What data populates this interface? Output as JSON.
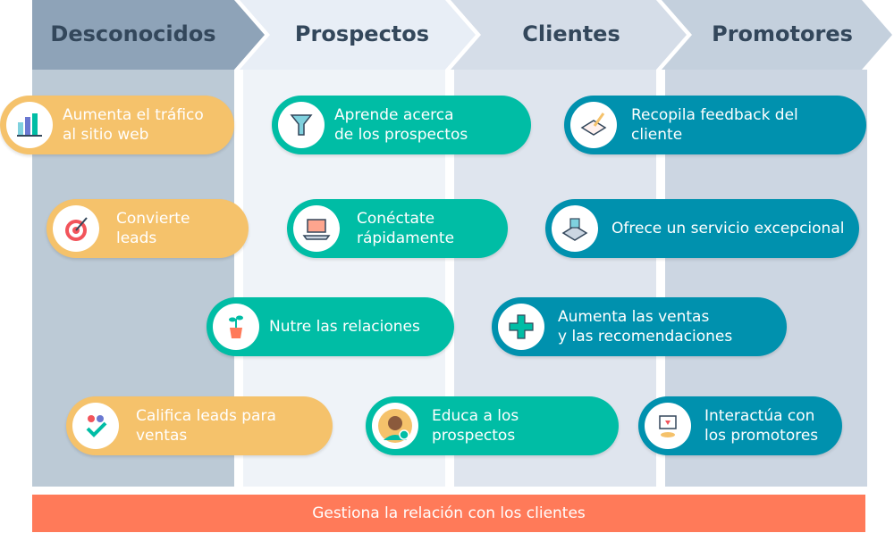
{
  "stages": [
    {
      "label": "Desconocidos",
      "color": "#8ea3b8",
      "bg": "#bccad6"
    },
    {
      "label": "Prospectos",
      "color": "#e8eef6",
      "bg": "#eff3f8"
    },
    {
      "label": "Clientes",
      "color": "#d5dde8",
      "bg": "#dfe5ee"
    },
    {
      "label": "Promotores",
      "color": "#c4d0dd",
      "bg": "#ccd6e2"
    }
  ],
  "actions": [
    {
      "id": "trafico",
      "lines": [
        "Aumenta el tráfico",
        "al sitio web"
      ],
      "icon": "analytics-icon",
      "color": "yellow"
    },
    {
      "id": "convierte",
      "lines": [
        "Convierte leads"
      ],
      "icon": "target-icon",
      "color": "yellow"
    },
    {
      "id": "califica",
      "lines": [
        "Califica leads para ventas"
      ],
      "icon": "checklist-icon",
      "color": "yellow"
    },
    {
      "id": "aprende",
      "lines": [
        "Aprende acerca",
        "de los prospectos"
      ],
      "icon": "funnel-icon",
      "color": "green"
    },
    {
      "id": "conectate",
      "lines": [
        "Conéctate",
        "rápidamente"
      ],
      "icon": "laptop-icon",
      "color": "green"
    },
    {
      "id": "nutre",
      "lines": [
        "Nutre las relaciones"
      ],
      "icon": "plant-icon",
      "color": "green"
    },
    {
      "id": "educa",
      "lines": [
        "Educa a los prospectos"
      ],
      "icon": "avatar-icon",
      "color": "green"
    },
    {
      "id": "recopila",
      "lines": [
        "Recopila feedback del cliente"
      ],
      "icon": "notebook-icon",
      "color": "blue"
    },
    {
      "id": "ofrece",
      "lines": [
        "Ofrece un servicio excepcional"
      ],
      "icon": "service-desk-icon",
      "color": "blue"
    },
    {
      "id": "aumenta-ventas",
      "lines": [
        "Aumenta las ventas",
        "y las recomendaciones"
      ],
      "icon": "plus-icon",
      "color": "blue"
    },
    {
      "id": "interactua",
      "lines": [
        "Interactúa con",
        "los promotores"
      ],
      "icon": "megaphone-icon",
      "color": "blue"
    }
  ],
  "footer": {
    "label": "Gestiona la relación con los clientes"
  }
}
